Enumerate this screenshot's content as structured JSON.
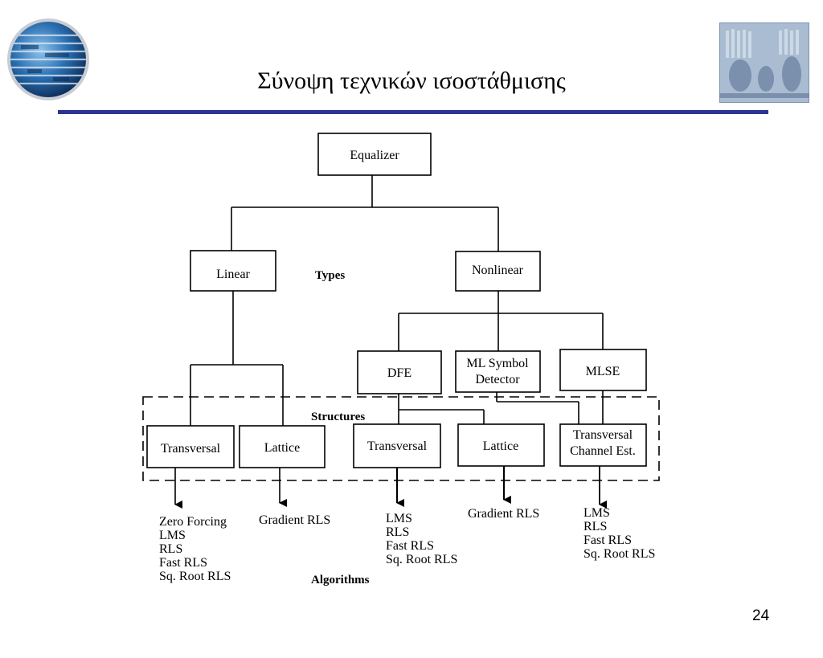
{
  "slide": {
    "title": "Σύνοψη τεχνικών ισοστάθμισης",
    "page_number": "24"
  },
  "diagram": {
    "nodes": {
      "equalizer": "Equalizer",
      "linear": "Linear",
      "nonlinear": "Nonlinear",
      "dfe": "DFE",
      "ml_symbol_detector": [
        "ML Symbol",
        "Detector"
      ],
      "mlse": "MLSE",
      "linear_transversal": "Transversal",
      "linear_lattice": "Lattice",
      "dfe_transversal": "Transversal",
      "dfe_lattice": "Lattice",
      "transversal_channel_est": [
        "Transversal",
        "Channel Est."
      ]
    },
    "section_labels": {
      "types": "Types",
      "structures": "Structures",
      "algorithms": "Algorithms"
    },
    "algorithm_lists": {
      "linear_transversal": [
        "Zero Forcing",
        "LMS",
        "RLS",
        "Fast RLS",
        "Sq. Root RLS"
      ],
      "linear_lattice": [
        "Gradient RLS"
      ],
      "dfe_transversal": [
        "LMS",
        "RLS",
        "Fast RLS",
        "Sq. Root RLS"
      ],
      "dfe_lattice": [
        "Gradient RLS"
      ],
      "channel_est": [
        "LMS",
        "RLS",
        "Fast RLS",
        "Sq. Root RLS"
      ]
    }
  },
  "colors": {
    "title_rule": "#2e3494",
    "logo_blue": "#1f5e9c",
    "photo_tone": "#9fb2c8"
  }
}
